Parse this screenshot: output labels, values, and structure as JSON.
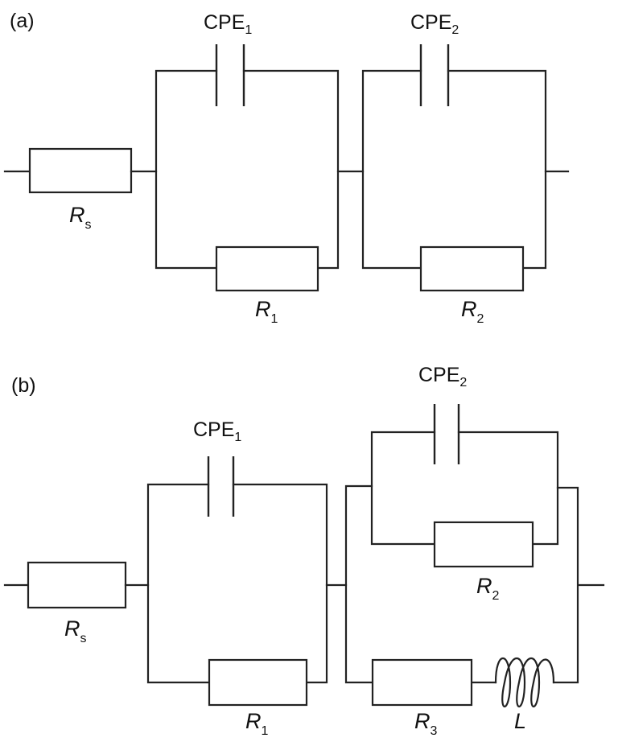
{
  "panel_a": {
    "tag": "(a)",
    "rs": {
      "main": "R",
      "sub": "s"
    },
    "cpe1": {
      "main": "CPE",
      "sub": "1"
    },
    "r1": {
      "main": "R",
      "sub": "1"
    },
    "cpe2": {
      "main": "CPE",
      "sub": "2"
    },
    "r2": {
      "main": "R",
      "sub": "2"
    }
  },
  "panel_b": {
    "tag": "(b)",
    "rs": {
      "main": "R",
      "sub": "s"
    },
    "cpe1": {
      "main": "CPE",
      "sub": "1"
    },
    "r1": {
      "main": "R",
      "sub": "1"
    },
    "cpe2": {
      "main": "CPE",
      "sub": "2"
    },
    "r2": {
      "main": "R",
      "sub": "2"
    },
    "r3": {
      "main": "R",
      "sub": "3"
    },
    "l": {
      "main": "L"
    }
  }
}
